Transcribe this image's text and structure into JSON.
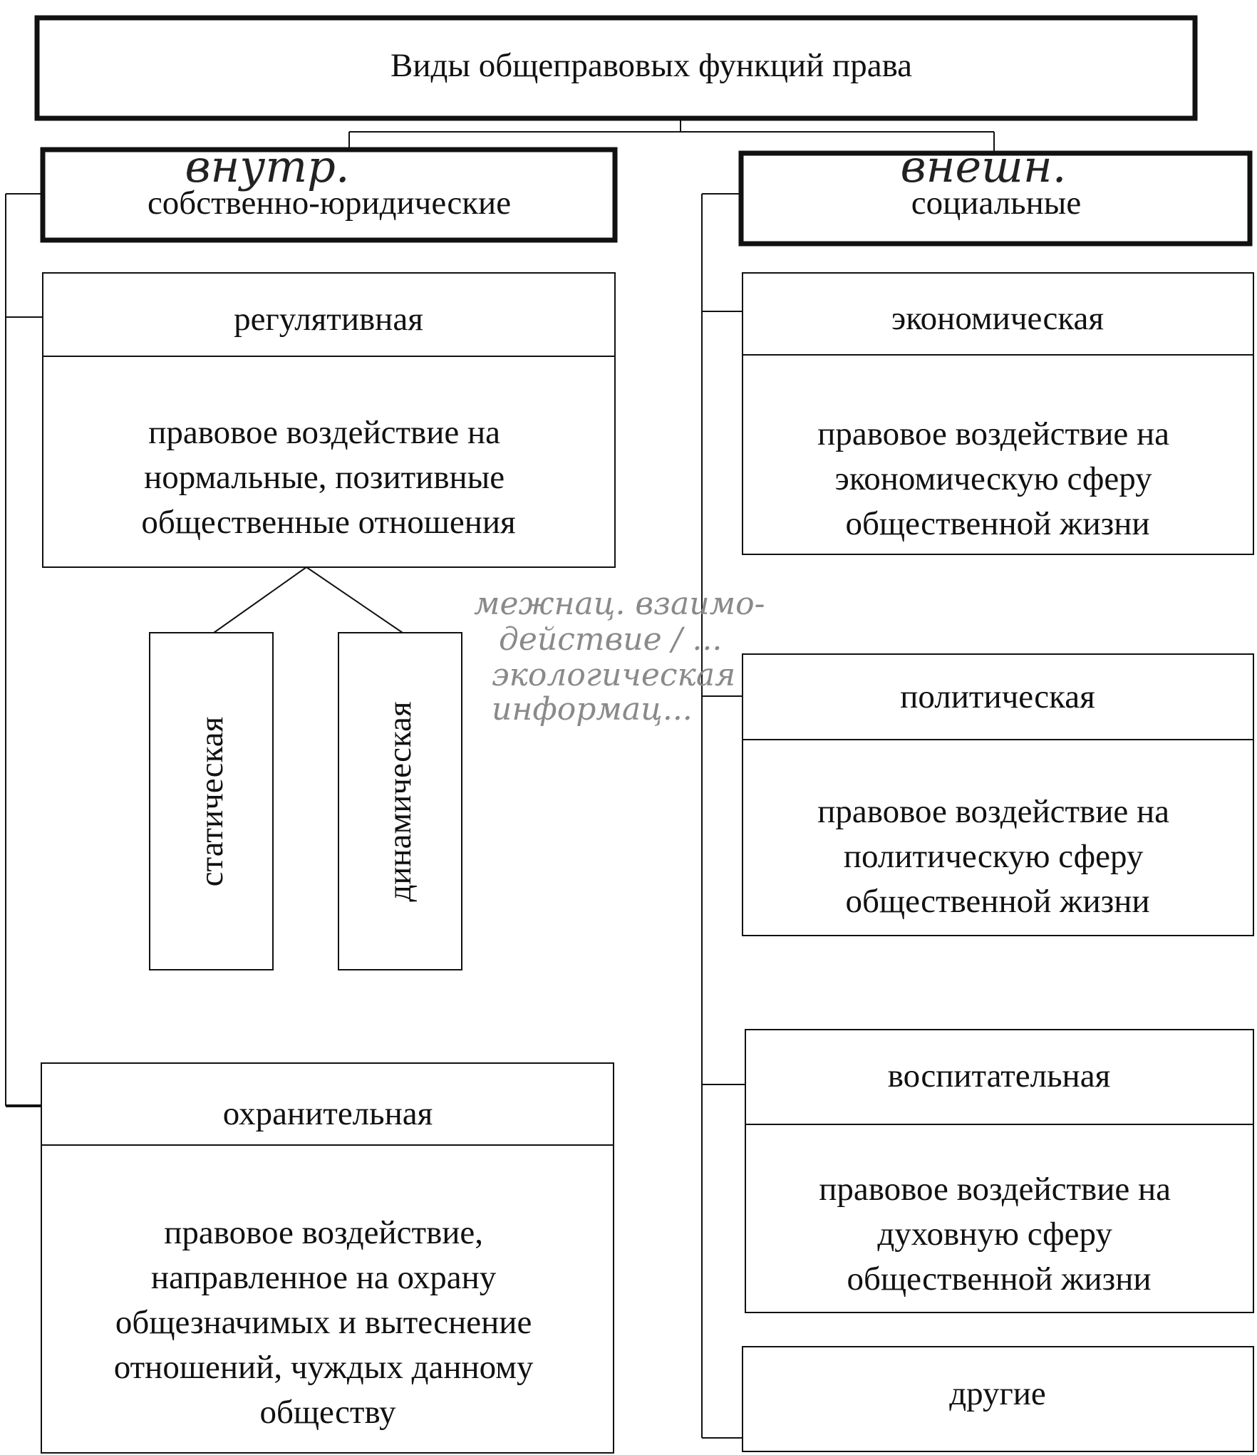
{
  "title": "Виды общеправовых функций права",
  "left_branch": {
    "title": "собственно-юридические",
    "handwritten_note": "внутр.",
    "regulative": {
      "title": "регулятивная",
      "description": [
        "правовое воздействие на",
        "нормальные, позитивные",
        "общественные отношения"
      ],
      "subtypes": [
        "статическая",
        "динамическая"
      ]
    },
    "protective": {
      "title": "охранительная",
      "description": [
        "правовое воздействие,",
        "направленное на охрану",
        "общезначимых и вытеснение",
        "отношений, чуждых данному",
        "обществу"
      ]
    }
  },
  "right_branch": {
    "title": "социальные",
    "handwritten_note": "внешн.",
    "items": [
      {
        "title": "экономическая",
        "description": [
          "правовое воздействие на",
          "экономическую сферу",
          "общественной жизни"
        ]
      },
      {
        "title": "политическая",
        "description": [
          "правовое воздействие на",
          "политическую сферу",
          "общественной жизни"
        ]
      },
      {
        "title": "воспитательная",
        "description": [
          "правовое воздействие на",
          "духовную сферу",
          "общественной жизни"
        ]
      },
      {
        "title": "другие",
        "description": []
      }
    ]
  },
  "faint_note": [
    "межнац. взаимо-",
    "действие / ...",
    "экологическая",
    "информац..."
  ],
  "colors": {
    "line": "#111111",
    "background": "#ffffff",
    "faint": "#8a8a8a"
  }
}
